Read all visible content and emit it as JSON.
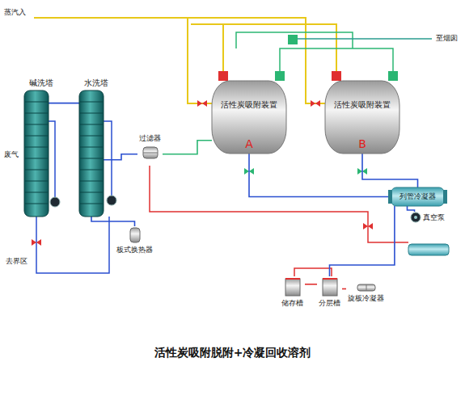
{
  "diagram": {
    "caption": "活性炭吸附脱附+冷凝回收溶剂",
    "nodes": [
      {
        "text": [
          "碱洗塔"
        ]
      },
      {
        "text": [
          "水洗塔"
        ]
      },
      {
        "text": [
          "过滤器"
        ]
      },
      {
        "text": [
          "活性炭吸附装置",
          "A"
        ]
      },
      {
        "text": [
          "活性炭吸附装置",
          "B"
        ]
      },
      {
        "text": [
          "列管冷凝器"
        ]
      },
      {
        "text": [
          "真空泵"
        ]
      },
      {
        "text": [
          "板式换热器"
        ]
      },
      {
        "text": [
          "储存槽"
        ]
      },
      {
        "text": [
          "分层槽"
        ]
      },
      {
        "text": [
          "旋板冷凝器"
        ]
      }
    ],
    "edges": [
      {
        "from": 0,
        "to": 1,
        "arrow": "none"
      },
      {
        "from": 1,
        "to": 2,
        "arrow": "none"
      },
      {
        "from": 2,
        "to": 3,
        "arrow": "none"
      },
      {
        "from": 3,
        "to": 5,
        "arrow": "none"
      },
      {
        "from": 4,
        "to": 5,
        "arrow": "none"
      },
      {
        "from": 5,
        "to": 6,
        "arrow": "none"
      },
      {
        "from": 5,
        "to": 9,
        "arrow": "none"
      },
      {
        "from": 9,
        "to": 8,
        "arrow": "none"
      },
      {
        "from": 10,
        "to": 9,
        "arrow": "none"
      },
      {
        "from": 1,
        "to": 7,
        "arrow": "none"
      }
    ],
    "labels": [
      "蒸汽入",
      "至烟囱",
      "废气",
      "去界区"
    ]
  }
}
